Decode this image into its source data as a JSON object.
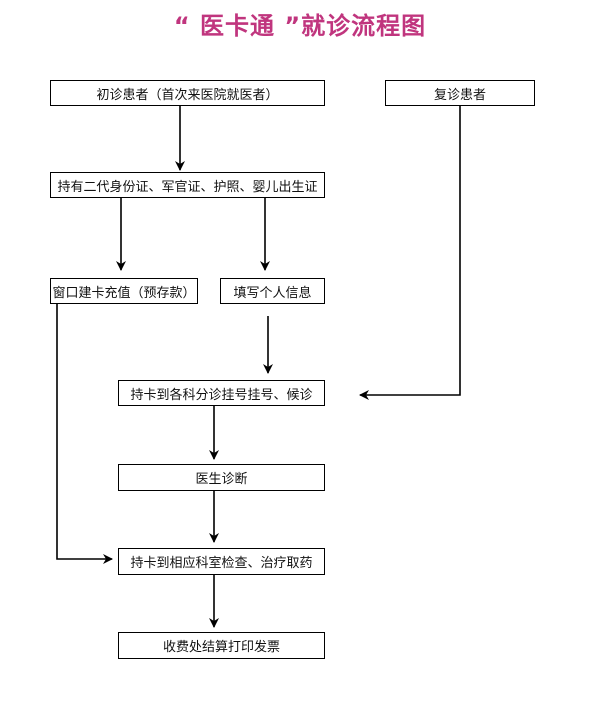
{
  "title": "“ 医卡通 ”就诊流程图",
  "colors": {
    "title": "#c0357e",
    "line": "#000000"
  },
  "nodes": {
    "first_visit": "初诊患者（首次来医院就医者）",
    "revisit": "复诊患者",
    "id_docs": "持有二代身份证、军官证、护照、婴儿出生证",
    "window_card": "窗口建卡充值（预存款）",
    "fill_info": "填写个人信息",
    "register": "持卡到各科分诊挂号挂号、候诊",
    "diagnosis": "医生诊断",
    "exam": "持卡到相应科室检查、治疗取药",
    "payment": "收费处结算打印发票"
  }
}
